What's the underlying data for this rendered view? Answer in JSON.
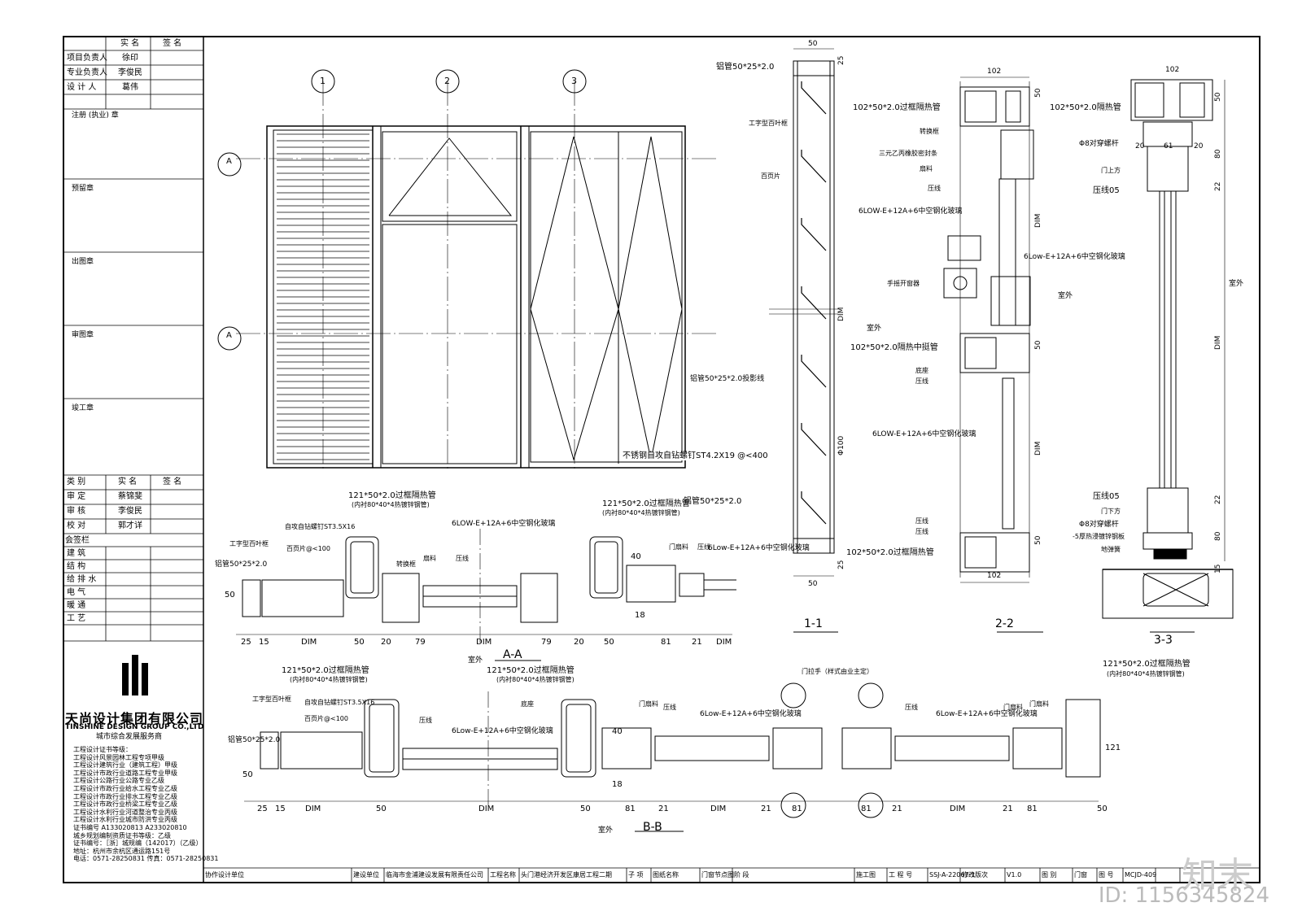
{
  "side_panel": {
    "header_col1": "实 名",
    "header_col2": "签 名",
    "roles": [
      {
        "role": "项目负责人",
        "name": "徐印"
      },
      {
        "role": "专业负责人",
        "name": "李俊民"
      },
      {
        "role": "设 计 人",
        "name": "葛伟"
      }
    ],
    "stamps": [
      "注册 (执业) 章",
      "预留章",
      "出图章",
      "审图章",
      "竣工章"
    ],
    "review_header": {
      "c1": "类 别",
      "c2": "实 名",
      "c3": "签 名"
    },
    "review": [
      {
        "role": "审 定",
        "name": "蔡锦斐"
      },
      {
        "role": "审 核",
        "name": "李俊民"
      },
      {
        "role": "校 对",
        "name": "郭才详"
      }
    ],
    "countersign_title": "会签栏",
    "countersign": [
      "建 筑",
      "结 构",
      "给 排 水",
      "电 气",
      "暖 通",
      "工 艺"
    ],
    "company_cn": "天尚设计集团有限公司",
    "company_en": "TINSHINE DESIGN GROUP CO.,LTD",
    "company_sub": "城市综合发展服务商",
    "certs": [
      "工程设计证书等级：",
      "工程设计风景园林工程专项甲级",
      "工程设计建筑行业（建筑工程）甲级",
      "工程设计市政行业道路工程专业甲级",
      "工程设计公路行业公路专业乙级",
      "工程设计市政行业给水工程专业乙级",
      "工程设计市政行业排水工程专业乙级",
      "工程设计市政行业桥梁工程专业乙级",
      "工程设计水利行业河道整治专业丙级",
      "工程设计水利行业城市防洪专业丙级",
      "证书编号 A133020813  A233020810",
      "城乡规划编制资质证书等级：乙级",
      "证书编号：［浙］城规编（142017）（乙级）",
      "地址：杭州市余杭区通运路151号",
      "电话：0571-28250831  传真：0571-28250831"
    ]
  },
  "title_block": {
    "cells": [
      "协作设计单位",
      "建设单位",
      "临海市金浦建设发展有限责任公司",
      "工程名称",
      "头门港经济开发区康居工程二期",
      "子 项",
      "图纸名称",
      "门窗节点图",
      "阶 段",
      "施工图",
      "工 程 号",
      "SSJ-A-22067-1",
      "修改版次",
      "V1.0",
      "图 别",
      "门窗",
      "图 号",
      "MCJD-409"
    ]
  },
  "elevation": {
    "grid_labels": [
      "1",
      "2",
      "3"
    ],
    "section_labels": [
      "A",
      "A"
    ],
    "note_screw": "不锈钢自攻自钻螺钉ST4.2X19 @<400"
  },
  "section_11": {
    "title": "1-1",
    "dims": [
      "50",
      "25",
      "DIM",
      "Φ100",
      "25",
      "50"
    ],
    "labels": [
      "铝管50*25*2.0",
      "工字型百叶框",
      "百页片",
      "铝管50*25*2.0投影线"
    ],
    "tag": "室外"
  },
  "section_22": {
    "title": "2-2",
    "dims": [
      "102",
      "50",
      "DIM",
      "50",
      "DIM",
      "50",
      "102"
    ],
    "labels": [
      "102*50*2.0过框隔热管",
      "转换框",
      "三元乙丙橡胶密封条",
      "扇料",
      "压线",
      "6LOW-E+12A+6中空钢化玻璃",
      "手摇开窗器",
      "102*50*2.0隔热中挺管",
      "底座",
      "压线",
      "6LOW-E+12A+6中空钢化玻璃",
      "压线",
      "压线",
      "102*50*2.0过框隔热管"
    ],
    "tag": "室外"
  },
  "section_33": {
    "title": "3-3",
    "dims": [
      "102",
      "50",
      "20",
      "61",
      "20",
      "80",
      "22",
      "DIM",
      "22",
      "80",
      "15"
    ],
    "labels": [
      "102*50*2.0隔热管",
      "Φ8对穿螺杆",
      "门上方",
      "压线05",
      "6Low-E+12A+6中空钢化玻璃",
      "压线05",
      "门下方",
      "Φ8对穿螺杆",
      "-5厚热浸镀锌钢板",
      "地弹簧"
    ],
    "tag": "室外"
  },
  "section_aa": {
    "title": "A-A",
    "tag": "室外",
    "labels": [
      "121*50*2.0过框隔热管",
      "(内衬80*40*4热镀锌钢管)",
      "自攻自钻螺钉ST3.5X16",
      "工字型百叶框",
      "百页片@<100",
      "铝管50*25*2.0",
      "转换框",
      "扇料",
      "压线",
      "6LOW-E+12A+6中空钢化玻璃",
      "121*50*2.0过框隔热管",
      "(内衬80*40*4热镀锌钢管)",
      "门扇料",
      "压线",
      "6Low-E+12A+6中空钢化玻璃",
      "铝管50*25*2.0"
    ],
    "dims": [
      "25",
      "15",
      "DIM",
      "50",
      "20",
      "79",
      "DIM",
      "79",
      "20",
      "50",
      "18",
      "81",
      "21",
      "DIM",
      "40",
      "50"
    ]
  },
  "section_bb": {
    "title": "B-B",
    "tag": "室外",
    "labels": [
      "121*50*2.0过框隔热管",
      "(内衬80*40*4热镀锌钢管)",
      "自攻自钻螺钉ST3.5X16",
      "工字型百叶框",
      "百页片@<100",
      "铝管50*25*2.0",
      "121*50*2.0过框隔热管",
      "(内衬80*40*4热镀锌钢管)",
      "底座",
      "压线",
      "6Low-E+12A+6中空钢化玻璃",
      "门拉手（样式由业主定）",
      "门扇料",
      "压线",
      "6Low-E+12A+6中空钢化玻璃",
      "门扇料",
      "压线",
      "6Low-E+12A+6中空钢化玻璃",
      "门扇料",
      "121*50*2.0过框隔热管",
      "(内衬80*40*4热镀锌钢管)"
    ],
    "dims": [
      "25",
      "15",
      "DIM",
      "50",
      "DIM",
      "50",
      "18",
      "81",
      "21",
      "DIM",
      "21",
      "81",
      "81",
      "21",
      "DIM",
      "21",
      "81",
      "50",
      "40",
      "50",
      "121"
    ]
  },
  "watermark": "知末",
  "image_id": "ID: 1156345824"
}
